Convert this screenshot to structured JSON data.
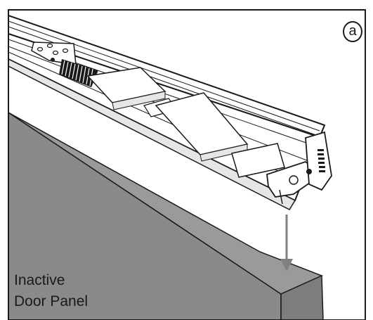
{
  "callout": "a",
  "panel_label": [
    "Inactive",
    "Door Panel"
  ],
  "colors": {
    "frame": "#1a1a1a",
    "panel_face": "#8a8a8a",
    "panel_top": "#9a9a9a",
    "panel_side": "#7d7d7d",
    "arrow": "#808080"
  }
}
